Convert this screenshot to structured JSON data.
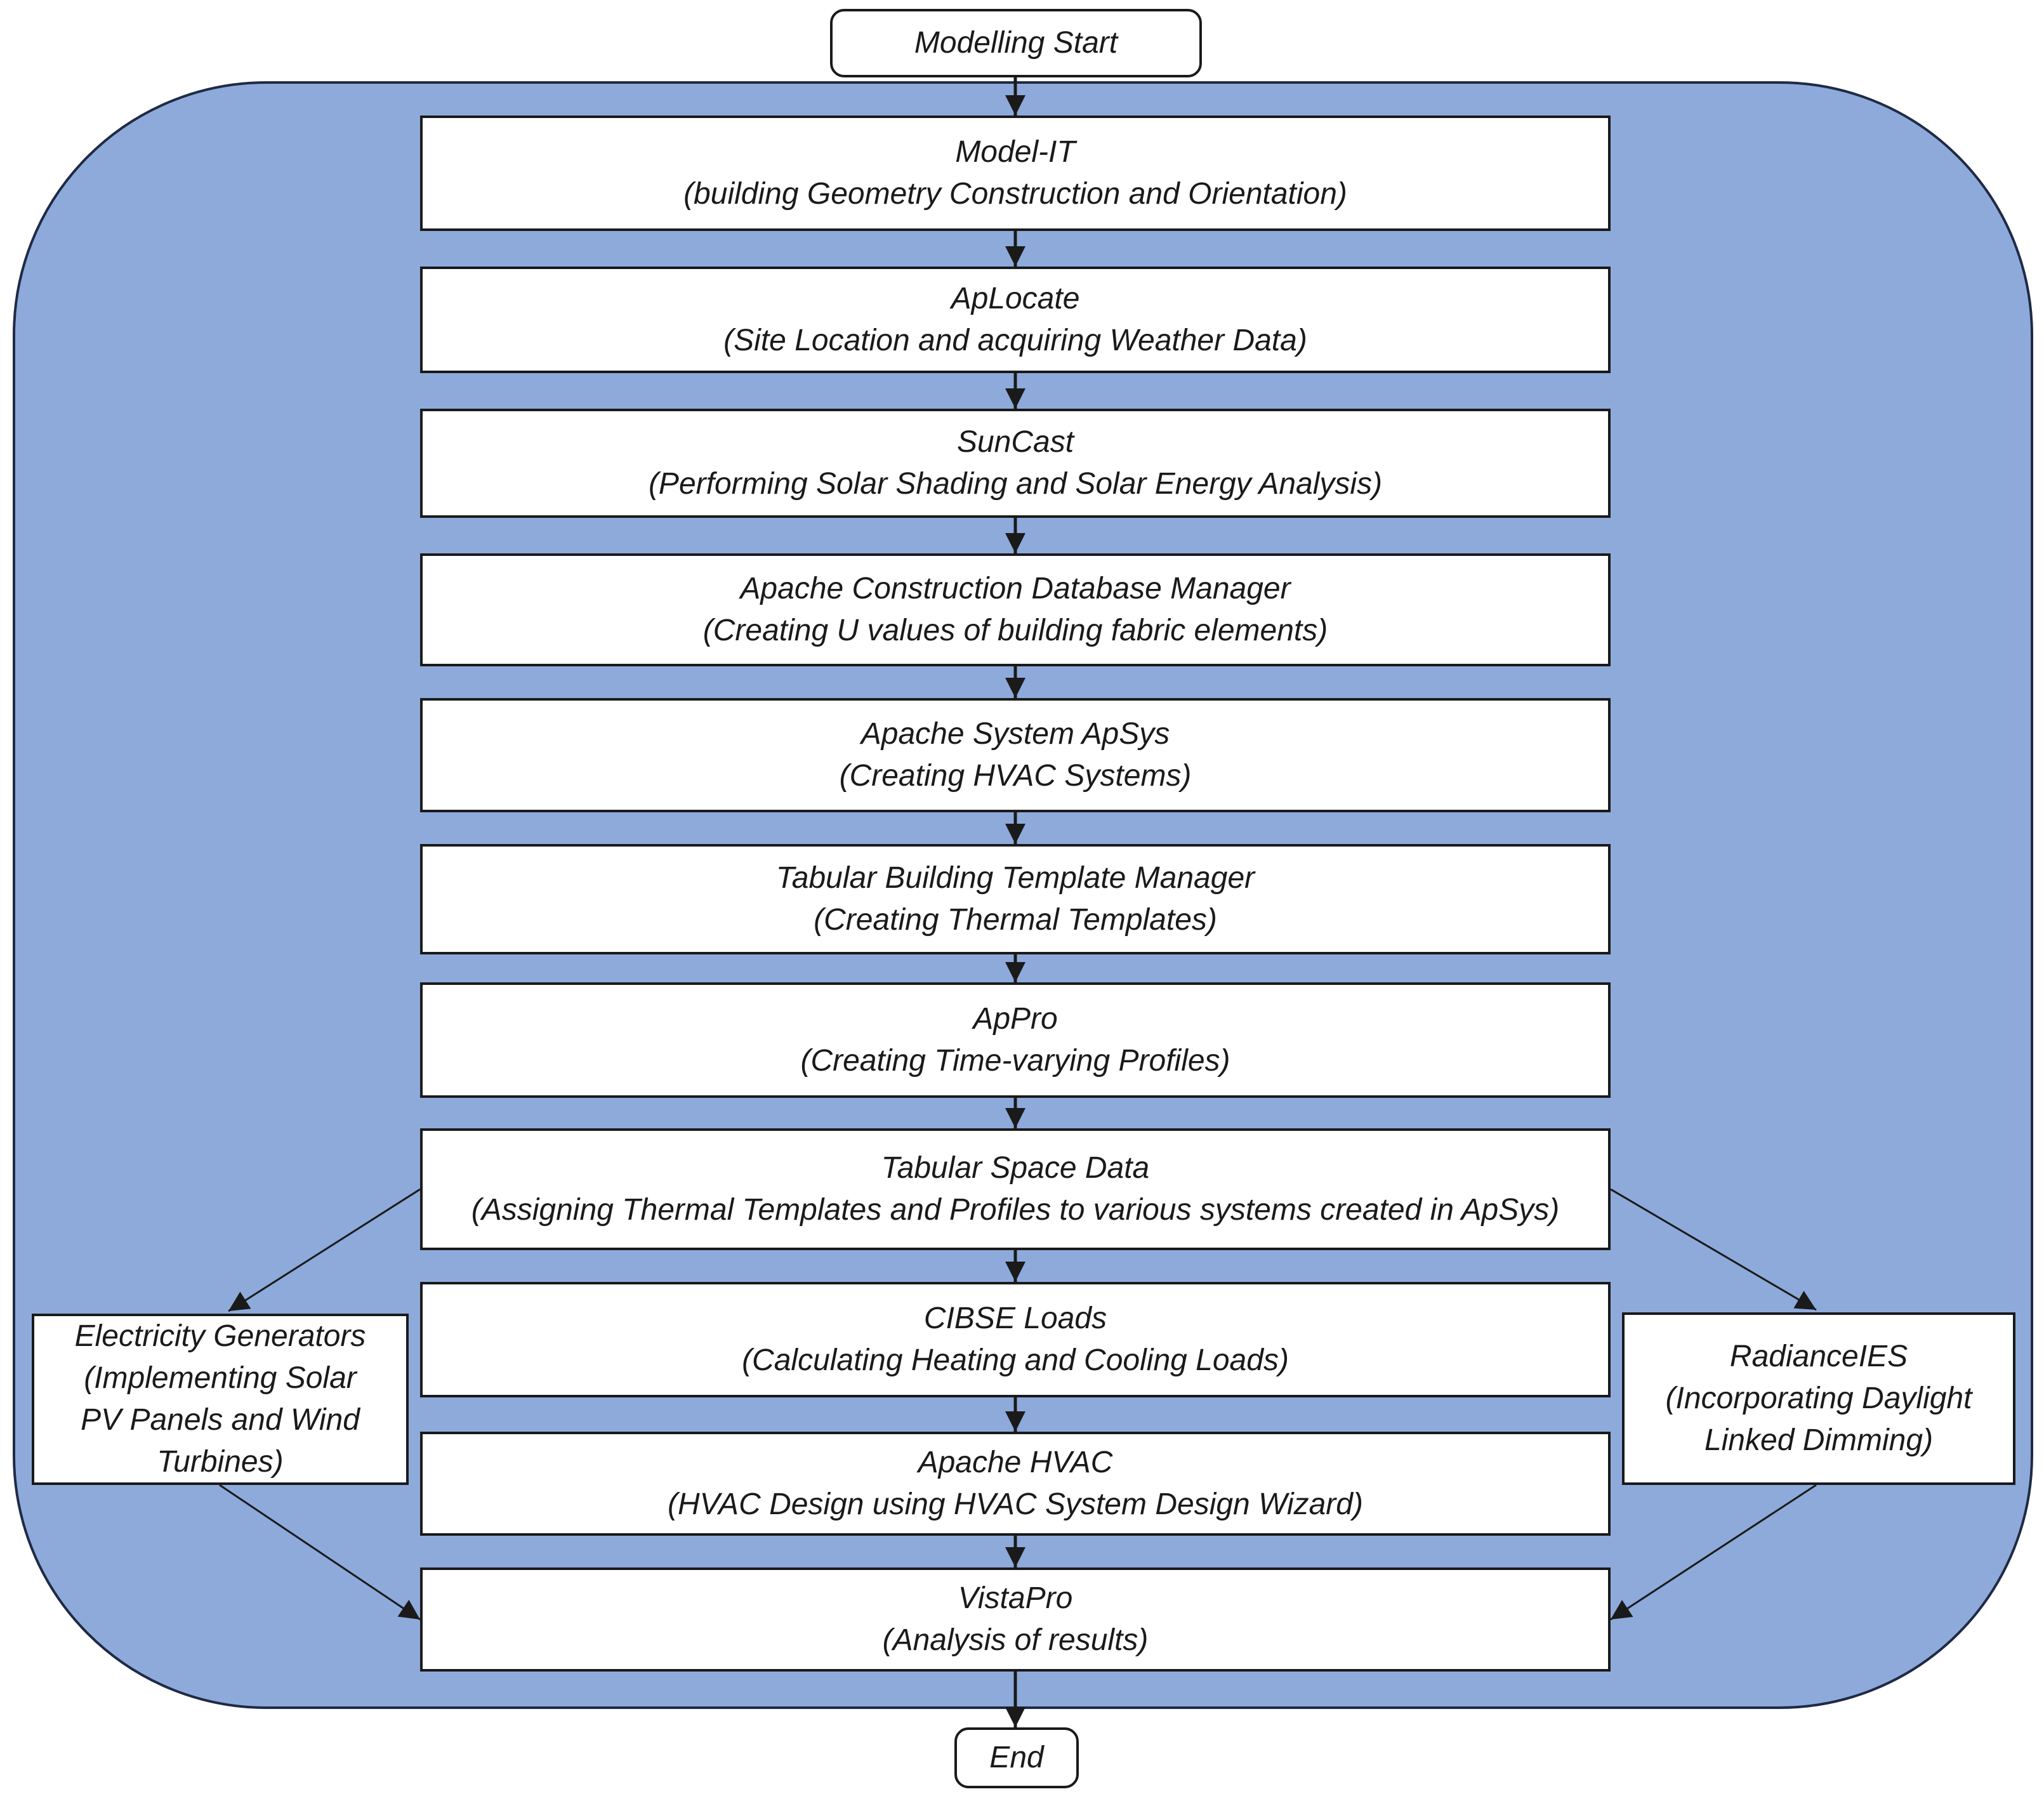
{
  "diagram": {
    "start": "Modelling Start",
    "end": "End",
    "steps": [
      {
        "title": "Model-IT",
        "subtitle": "(building Geometry Construction and Orientation)"
      },
      {
        "title": "ApLocate",
        "subtitle": "(Site Location and acquiring Weather Data)"
      },
      {
        "title": "SunCast",
        "subtitle": "(Performing Solar Shading and Solar Energy Analysis)"
      },
      {
        "title": "Apache Construction Database Manager",
        "subtitle": "(Creating U values of building fabric elements)"
      },
      {
        "title": "Apache System ApSys",
        "subtitle": "(Creating HVAC Systems)"
      },
      {
        "title": "Tabular Building Template Manager",
        "subtitle": "(Creating Thermal Templates)"
      },
      {
        "title": "ApPro",
        "subtitle": "(Creating Time-varying Profiles)"
      },
      {
        "title": "Tabular Space Data",
        "subtitle": "(Assigning Thermal Templates and Profiles to various systems created in ApSys)"
      },
      {
        "title": "CIBSE Loads",
        "subtitle": "(Calculating Heating and Cooling Loads)"
      },
      {
        "title": "Apache HVAC",
        "subtitle": "(HVAC Design using HVAC System Design Wizard)"
      },
      {
        "title": "VistaPro",
        "subtitle": "(Analysis of results)"
      }
    ],
    "left_branch": {
      "lines": [
        "Electricity Generators",
        "(Implementing Solar",
        "PV Panels and Wind",
        "Turbines)"
      ]
    },
    "right_branch": {
      "lines": [
        "RadianceIES",
        "(Incorporating Daylight",
        "Linked Dimming)"
      ]
    },
    "colors": {
      "frame_fill": "#8eaadb",
      "box_fill": "#ffffff",
      "stroke": "#1a1a1a"
    }
  }
}
